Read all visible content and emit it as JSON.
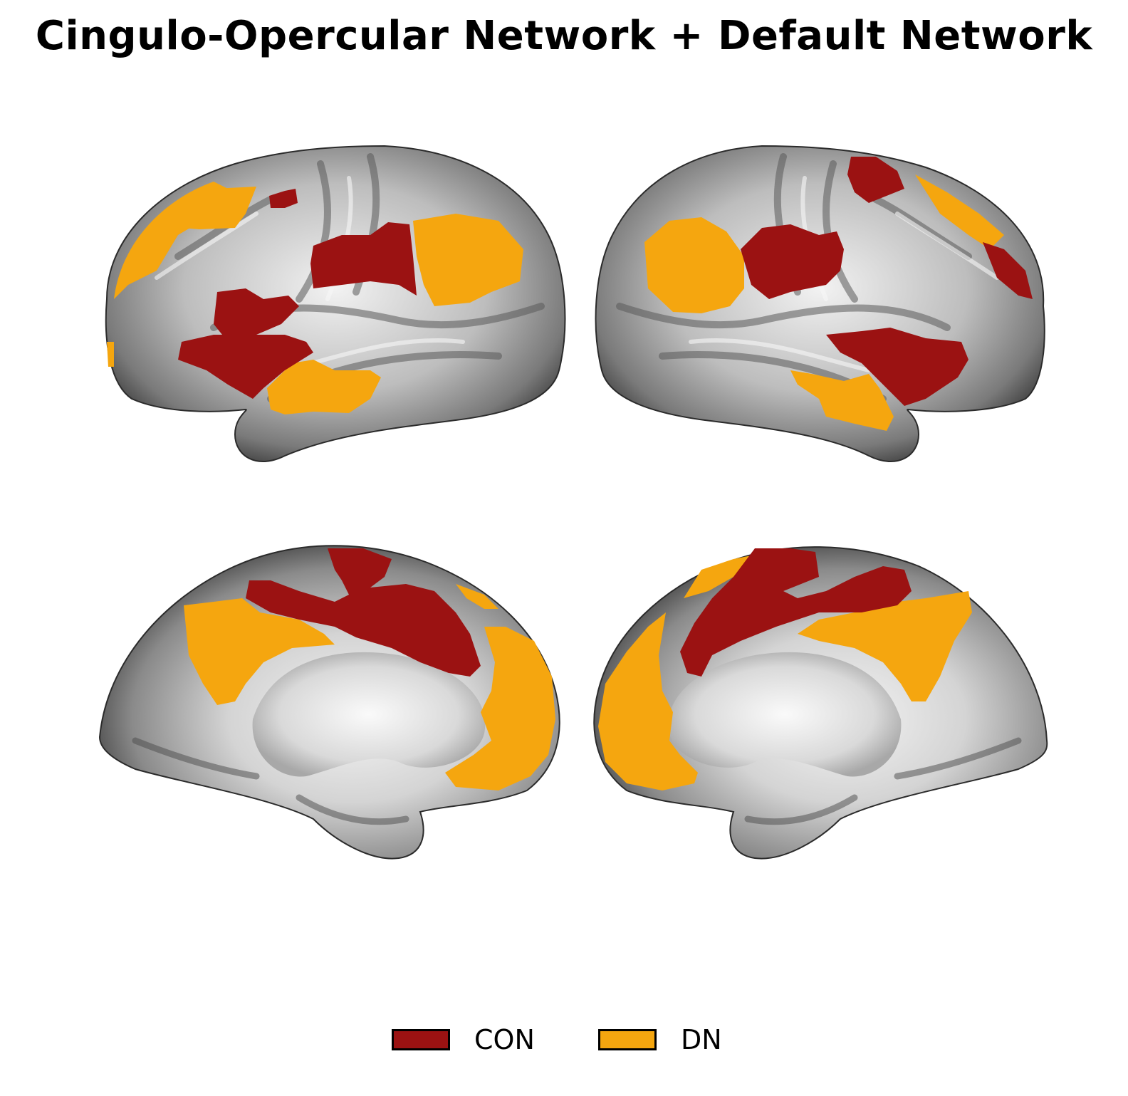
{
  "title": "Cingulo-Opercular Network + Default Network",
  "legend": [
    {
      "label": "CON",
      "color": "#9b1212"
    },
    {
      "label": "DN",
      "color": "#f5a60f"
    }
  ],
  "colors": {
    "con": "#9b1212",
    "dn": "#f5a60f",
    "cortex_light": "#e2e2e2",
    "cortex_dark": "#3c3c3c"
  }
}
